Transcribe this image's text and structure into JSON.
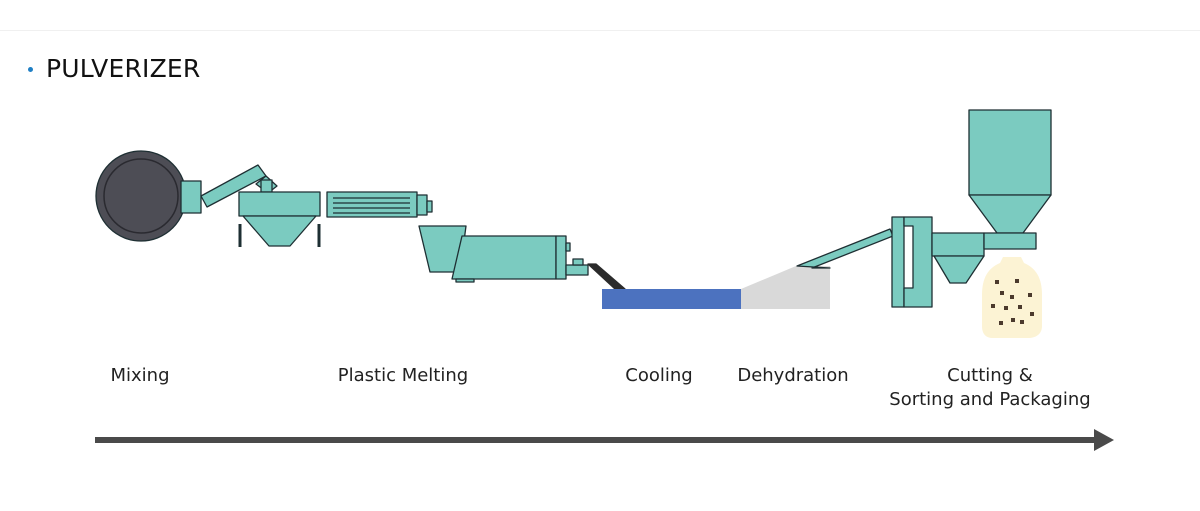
{
  "title": "PULVERIZER",
  "steps": [
    {
      "label": "Mixing"
    },
    {
      "label": "Plastic Melting"
    },
    {
      "label": "Cooling"
    },
    {
      "label": "Dehydration"
    },
    {
      "label": "Cutting &",
      "label2": "Sorting and Packaging"
    }
  ],
  "colors": {
    "machine": "#7bcbc0",
    "outline": "#1e2f33",
    "drum": "#4d4d55",
    "cooling_bath": "#4c72bf",
    "dehydration": "#d9d9d9",
    "bag": "#fcf3d4",
    "arrow": "#4a4a4a",
    "bullet": "#1f7fc4"
  }
}
